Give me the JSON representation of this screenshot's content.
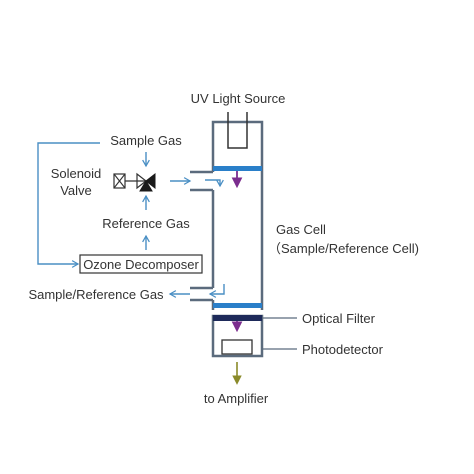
{
  "labels": {
    "uv_light_source": "UV Light Source",
    "sample_gas": "Sample Gas",
    "solenoid_valve_line1": "Solenoid",
    "solenoid_valve_line2": "Valve",
    "reference_gas": "Reference Gas",
    "ozone_decomposer": "Ozone Decomposer",
    "sample_reference_gas": "Sample/Reference Gas",
    "gas_cell_line1": "Gas Cell",
    "gas_cell_line2": "（Sample/Reference Cell)",
    "optical_filter": "Optical Filter",
    "photodetector": "Photodetector",
    "to_amplifier": "to Amplifier"
  },
  "colors": {
    "structure": "#5b6b7d",
    "flow_arrow": "#4a8fc4",
    "light_arrow": "#7b2d8e",
    "output_arrow": "#8a8a2a",
    "gas_cell_window": "#2a7fc9",
    "optical_filter": "#1e2a5a",
    "text": "#333333"
  },
  "icons": {
    "solenoid_valve": "solenoid-valve-icon"
  }
}
